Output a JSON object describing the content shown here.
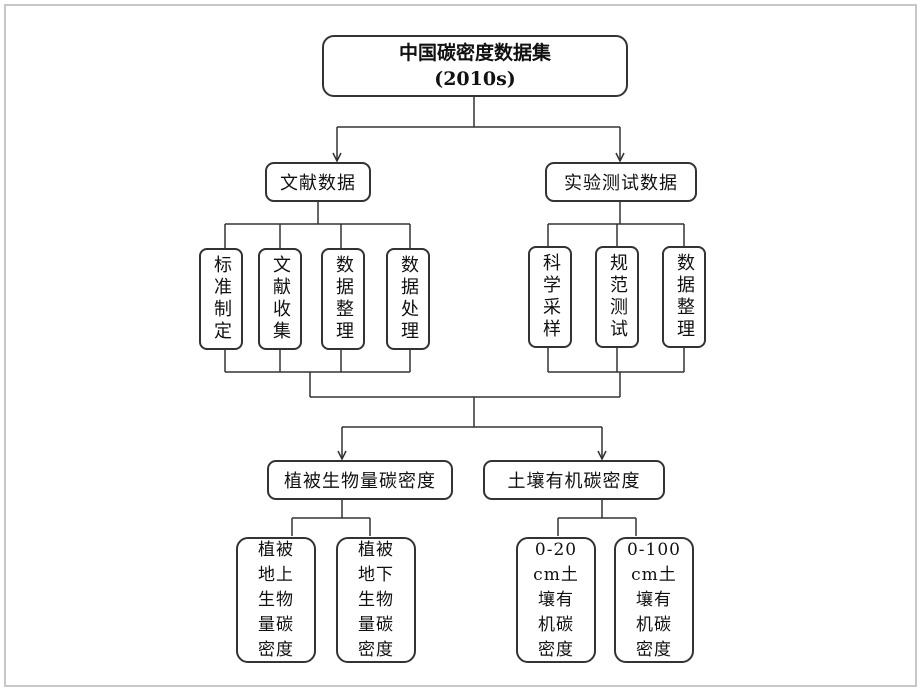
{
  "title": {
    "line1": "中国碳密度数据集",
    "line2": "(2010s)"
  },
  "sources": {
    "literature": {
      "label": "文献数据",
      "steps": [
        "标准制定",
        "文献收集",
        "数据整理",
        "数据处理"
      ]
    },
    "experiment": {
      "label": "实验测试数据",
      "steps": [
        "科学采样",
        "规范测试",
        "数据整理"
      ]
    }
  },
  "outputs": {
    "vegetation": {
      "label": "植被生物量碳密度",
      "items": [
        "植被\n地上\n生物\n量碳\n密度",
        "植被\n地下\n生物\n量碳\n密度"
      ]
    },
    "soil": {
      "label": "土壤有机碳密度",
      "items": [
        "0-20\ncm土\n壤有\n机碳\n密度",
        "0-100\ncm土\n壤有\n机碳\n密度"
      ]
    }
  },
  "colors": {
    "line": "#333333",
    "frame": "#c7c7c7"
  }
}
